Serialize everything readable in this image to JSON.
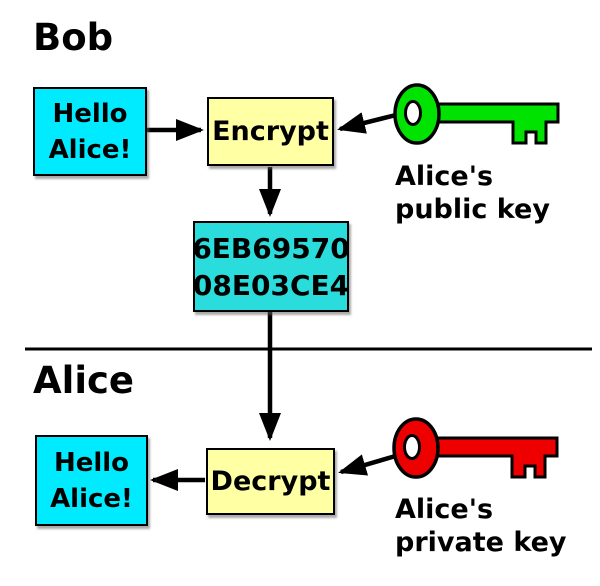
{
  "colors": {
    "background": "#FFFFFF",
    "plaintext_box_fill": "#00EBFF",
    "ciphertext_box_fill": "#2ADCDC",
    "process_box_fill": "#FFFFA3",
    "public_key_fill": "#00E300",
    "private_key_fill": "#EE0000",
    "outline": "#000000"
  },
  "sections": {
    "bob": {
      "heading": "Bob",
      "plaintext_lines": [
        "Hello",
        "Alice!"
      ],
      "process_label": "Encrypt",
      "key_label_lines": [
        "Alice's",
        "public key"
      ]
    },
    "alice": {
      "heading": "Alice",
      "plaintext_lines": [
        "Hello",
        "Alice!"
      ],
      "process_label": "Decrypt",
      "key_label_lines": [
        "Alice's",
        "private key"
      ]
    }
  },
  "ciphertext": {
    "lines": [
      "6EB69570",
      "08E03CE4"
    ]
  }
}
